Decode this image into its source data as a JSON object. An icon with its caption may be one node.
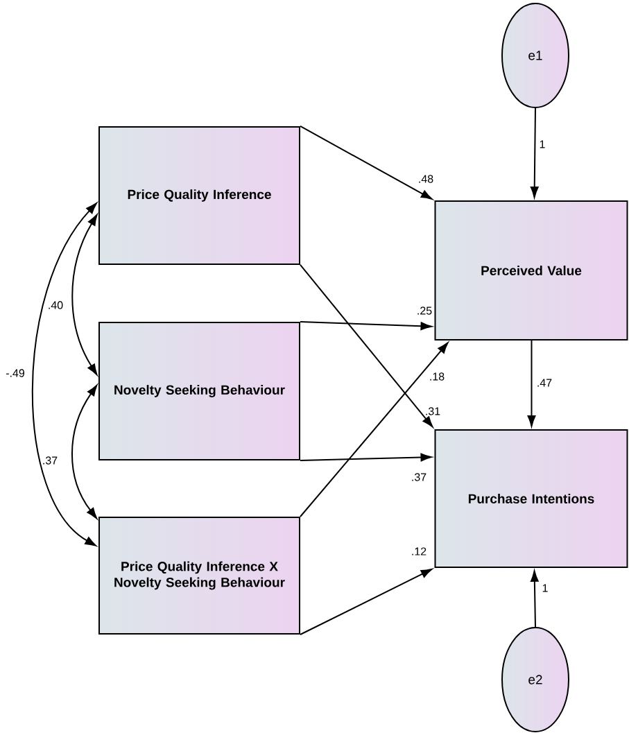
{
  "diagram": {
    "nodes": [
      {
        "text": [
          "Price Quality Inference"
        ]
      },
      {
        "text": [
          "Novelty Seeking Behaviour"
        ]
      },
      {
        "text": [
          "Price Quality Inference X Novelty Seeking Behaviour"
        ]
      },
      {
        "text": [
          "Perceived Value"
        ]
      },
      {
        "text": [
          "Purchase Intentions"
        ]
      },
      {
        "text": [
          "e1"
        ]
      },
      {
        "text": [
          "e2"
        ]
      }
    ],
    "edges": [
      {
        "from": 0,
        "to": 3,
        "arrow": "to",
        "label": ".48"
      },
      {
        "from": 0,
        "to": 4,
        "arrow": "to",
        "label": ".31"
      },
      {
        "from": 1,
        "to": 3,
        "arrow": "to",
        "label": ".25"
      },
      {
        "from": 1,
        "to": 4,
        "arrow": "to",
        "label": ".37"
      },
      {
        "from": 2,
        "to": 3,
        "arrow": "to",
        "label": ".18"
      },
      {
        "from": 2,
        "to": 4,
        "arrow": "to",
        "label": ".12"
      },
      {
        "from": 3,
        "to": 4,
        "arrow": "to",
        "label": ".47"
      },
      {
        "from": 5,
        "to": 3,
        "arrow": "to",
        "label": "1"
      },
      {
        "from": 6,
        "to": 4,
        "arrow": "to",
        "label": "1"
      },
      {
        "from": 0,
        "to": 1,
        "arrow": "both",
        "label": ".40"
      },
      {
        "from": 1,
        "to": 2,
        "arrow": "both",
        "label": ".37"
      },
      {
        "from": 0,
        "to": 2,
        "arrow": "both",
        "label": "-.49"
      }
    ]
  }
}
